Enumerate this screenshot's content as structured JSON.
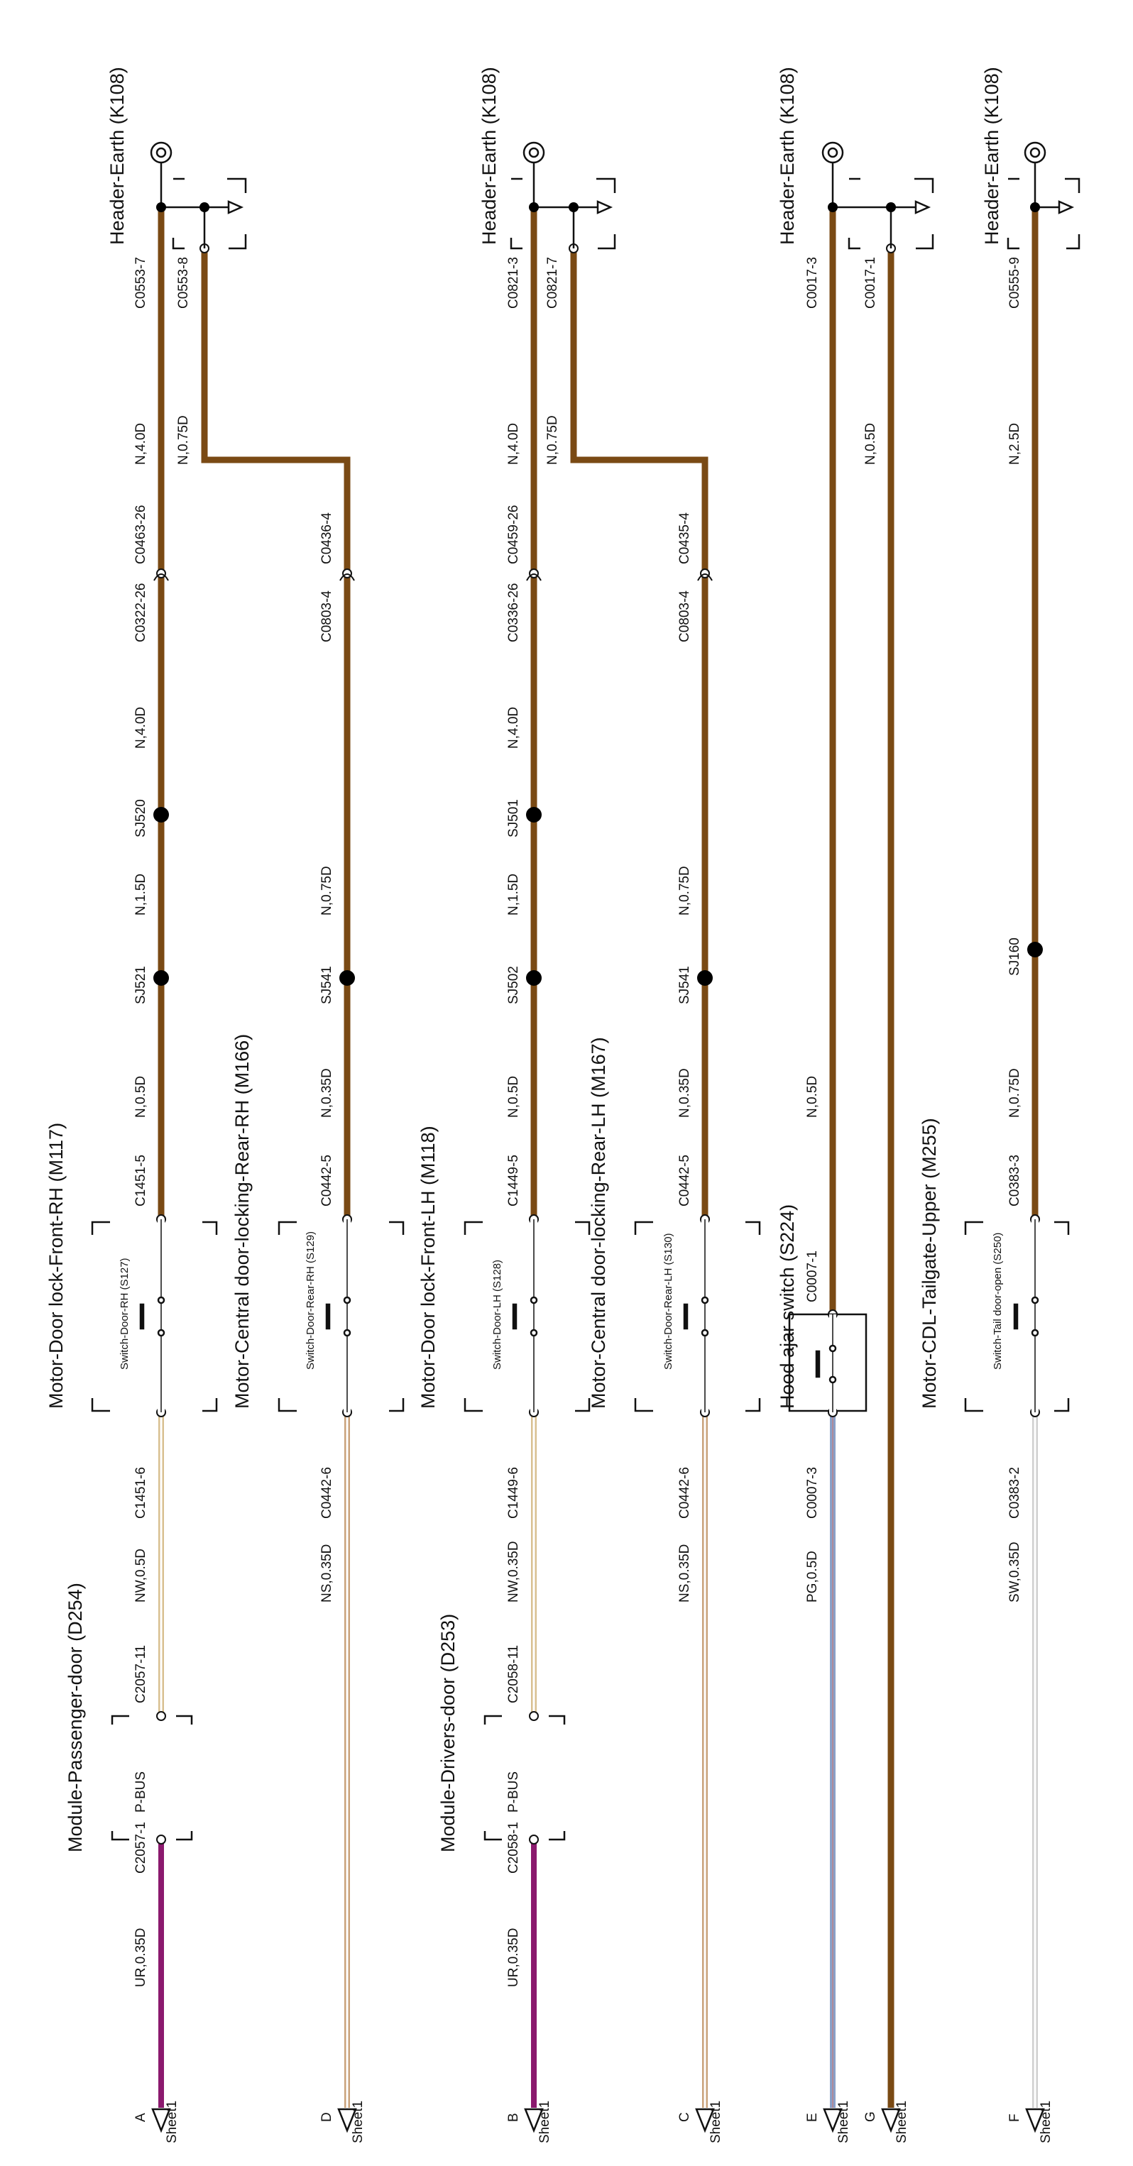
{
  "header_earth": "Header-Earth (K108)",
  "sheet": "Sheet1",
  "colors": {
    "brown": "#7a4a14",
    "purple": "#8b1a6e",
    "pg_wire": "#8aa0c8",
    "ns_wire": "#c9a27a",
    "nw_wire": "#d8c090",
    "sw_wire": "#cfcfcf"
  },
  "components": {
    "module_passenger": "Module-Passenger-door (D254)",
    "module_drivers": "Module-Drivers-door (D253)",
    "pbus": "P-BUS",
    "motor_front_rh": "Motor-Door lock-Front-RH (M117)",
    "switch_door_rh": "Switch-Door-RH (S127)",
    "motor_rear_rh": "Motor-Central door-locking-Rear-RH (M166)",
    "switch_rear_rh": "Switch-Door-Rear-RH (S129)",
    "motor_front_lh": "Motor-Door lock-Front-LH (M118)",
    "switch_door_lh": "Switch-Door-LH (S128)",
    "motor_rear_lh": "Motor-Central door-locking-Rear-LH (M167)",
    "switch_rear_lh": "Switch-Door-Rear-LH (S130)",
    "hood_switch": "Hood ajar switch (S224)",
    "motor_tailgate": "Motor-CDL-Tailgate-Upper (M255)",
    "switch_tail": "Switch-Tail door-open (S250)"
  },
  "rows": {
    "A": {
      "letter": "A",
      "w1": "UR,0.35D",
      "c1": "C2057-1",
      "c2": "C2057-11",
      "w2": "NW,0.5D",
      "c3": "C1451-6",
      "c4": "C1451-5",
      "w3": "N,0.5D",
      "sj1": "SJ521",
      "w4": "N,1.5D",
      "sj2": "SJ520",
      "w5": "N,4.0D",
      "c5": "C0322-26",
      "c6": "C0463-26",
      "w6": "N,4.0D",
      "c7": "C0553-7"
    },
    "D": {
      "letter": "D",
      "w1": "NS,0.35D",
      "c3": "C0442-6",
      "c4": "C0442-5",
      "w3": "N,0.35D",
      "sj1": "SJ541",
      "w4": "N,0.75D",
      "c5": "C0803-4",
      "c6": "C0436-4",
      "w6": "N,0.75D",
      "c7": "C0553-8"
    },
    "B": {
      "letter": "B",
      "w1": "UR,0.35D",
      "c1": "C2058-1",
      "c2": "C2058-11",
      "w2": "NW,0.35D",
      "c3": "C1449-6",
      "c4": "C1449-5",
      "w3": "N,0.5D",
      "sj1": "SJ502",
      "w4": "N,1.5D",
      "sj2": "SJ501",
      "w5": "N,4.0D",
      "c5": "C0336-26",
      "c6": "C0459-26",
      "w6": "N,4.0D",
      "c7": "C0821-3"
    },
    "C": {
      "letter": "C",
      "w1": "NS,0.35D",
      "c3": "C0442-6",
      "c4": "C0442-5",
      "w3": "N,0.35D",
      "sj1": "SJ541",
      "w4": "N,0.75D",
      "c5": "C0803-4",
      "c6": "C0435-4",
      "w6": "N,0.75D",
      "c7": "C0821-7"
    },
    "E": {
      "letter": "E",
      "w1": "PG,0.5D",
      "c3": "C0007-3",
      "c4": "C0007-1",
      "w3": "N,0.5D",
      "c7": "C0017-3"
    },
    "G": {
      "letter": "G",
      "w6": "N,0.5D",
      "c7": "C0017-1"
    },
    "F": {
      "letter": "F",
      "w1": "SW,0.35D",
      "c3": "C0383-2",
      "c4": "C0383-3",
      "w3": "N,0.75D",
      "sj1": "SJ160",
      "w6": "N,2.5D",
      "c7": "C0555-9"
    }
  }
}
